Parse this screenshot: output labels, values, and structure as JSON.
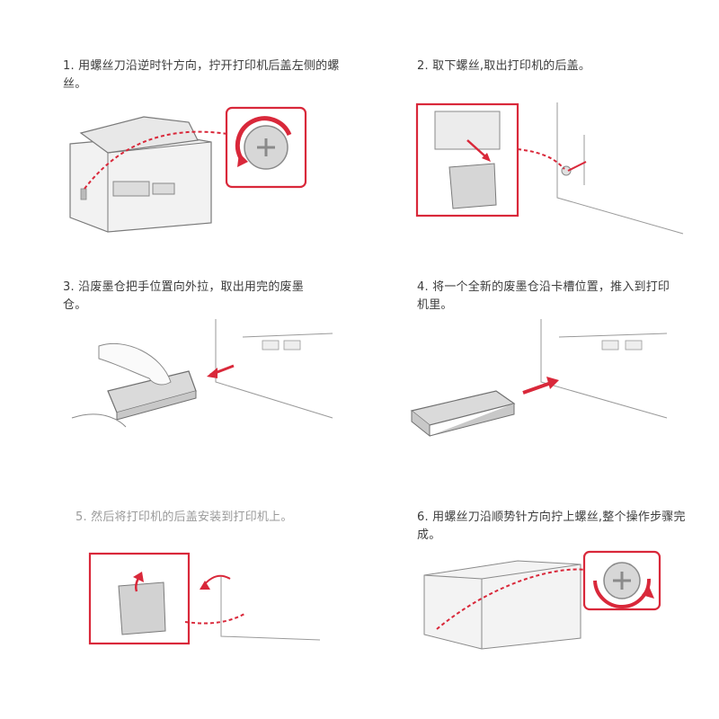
{
  "steps": [
    {
      "number": "1",
      "text": "1. 用螺丝刀沿逆时针方向，拧开打印机后盖左侧的螺丝。"
    },
    {
      "number": "2",
      "text": "2. 取下螺丝,取出打印机的后盖。"
    },
    {
      "number": "3",
      "text": "3. 沿废墨仓把手位置向外拉，取出用完的废墨仓。"
    },
    {
      "number": "4",
      "text": "4. 将一个全新的废墨仓沿卡槽位置，推入到打印机里。"
    },
    {
      "number": "5",
      "text": "5. 然后将打印机的后盖安装到打印机上。"
    },
    {
      "number": "6",
      "text": "6. 用螺丝刀沿顺势针方向拧上螺丝,整个操作步骤完成。"
    }
  ],
  "colors": {
    "accent": "#d9283a",
    "line": "#777777",
    "fill": "#e6e6e6"
  }
}
